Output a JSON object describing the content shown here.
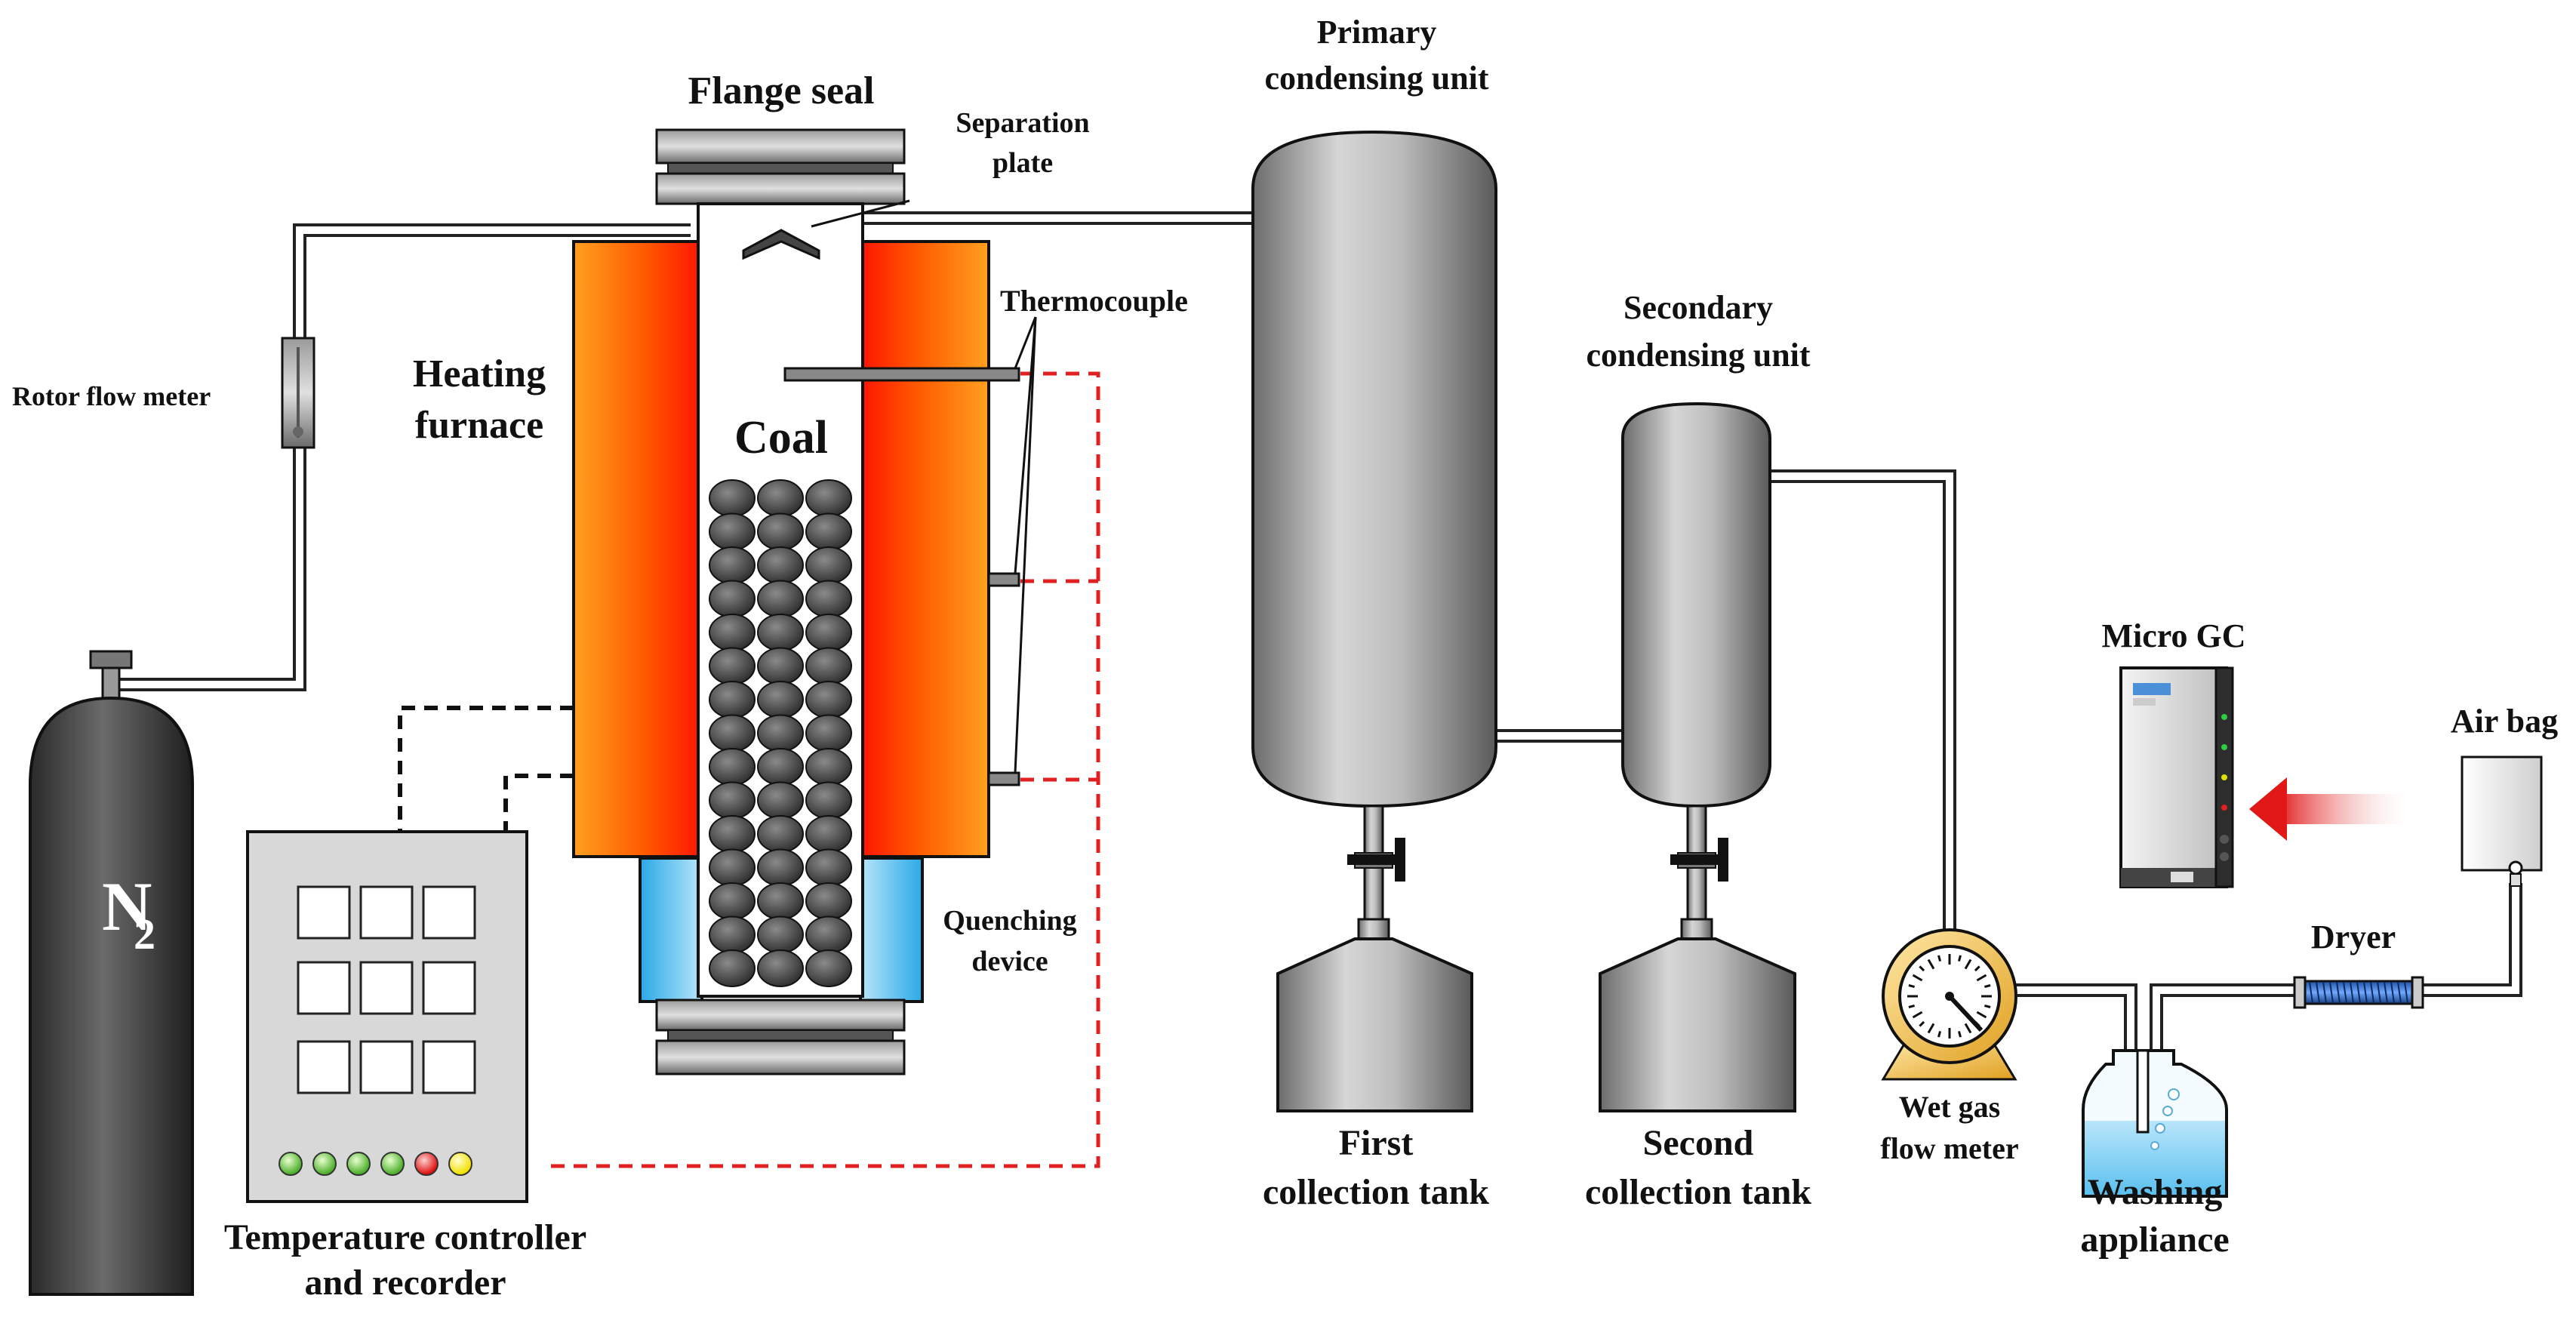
{
  "labels": {
    "flange_seal": "Flange seal",
    "separation_plate_1": "Separation",
    "separation_plate_2": "plate",
    "primary_1": "Primary",
    "primary_2": "condensing unit",
    "thermocouple": "Thermocouple",
    "secondary_1": "Secondary",
    "secondary_2": "condensing unit",
    "rotor_flow_meter": "Rotor flow meter",
    "heating_1": "Heating",
    "heating_2": "furnace",
    "coal": "Coal",
    "micro_gc": "Micro GC",
    "air_bag": "Air bag",
    "n2_main": "N",
    "n2_sub": "2",
    "quenching_1": "Quenching",
    "quenching_2": "device",
    "dryer": "Dryer",
    "first_tank_1": "First",
    "first_tank_2": "collection tank",
    "second_tank_1": "Second",
    "second_tank_2": "collection tank",
    "wet_gas_1": "Wet gas",
    "wet_gas_2": "flow meter",
    "washing_1": "Washing",
    "washing_2": "appliance",
    "temp_ctrl_1": "Temperature controller",
    "temp_ctrl_2": "and recorder"
  },
  "colors": {
    "signal_red": "#e02020",
    "signal_black": "#111111",
    "furnace_outer": "#ff6a00",
    "furnace_inner": "#ff2200",
    "quench_blue": "#3fb6e8",
    "steel": "#a8a8a8",
    "water": "#8fd3f2"
  },
  "icons": [
    "gas-cylinder-icon",
    "led-icon",
    "valve-icon",
    "gauge-icon",
    "arrow-icon"
  ]
}
